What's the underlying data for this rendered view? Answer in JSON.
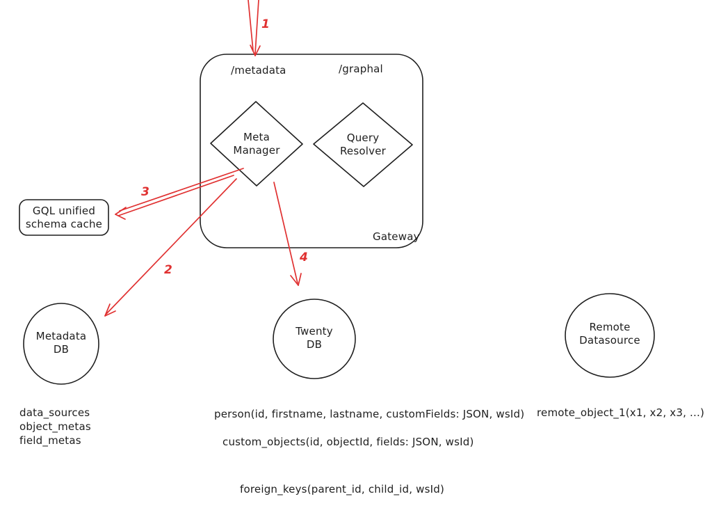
{
  "colors": {
    "stroke": "#1e1e1e",
    "arrow": "#e03131",
    "background": "#ffffff"
  },
  "gateway": {
    "label": "Gateway",
    "endpoint_metadata": "/metadata",
    "endpoint_graphql": "/graphal",
    "meta_manager_label": "Meta\nManager",
    "query_resolver_label": "Query\nResolver"
  },
  "cache_box": {
    "label": "GQL unified\nschema cache"
  },
  "databases": [
    {
      "id": "metadata-db",
      "label": "Metadata\nDB"
    },
    {
      "id": "twenty-db",
      "label": "Twenty\nDB"
    },
    {
      "id": "remote-datasource",
      "label": "Remote\nDatasource"
    }
  ],
  "flow_numbers": [
    "1",
    "2",
    "3",
    "4"
  ],
  "annotations": {
    "metadata_tables": "data_sources\nobject_metas\nfield_metas",
    "person_table": "person(id, firstname, lastname, customFields: JSON, wsId)",
    "custom_objects_table": "custom_objects(id, objectId, fields: JSON, wsId)",
    "remote_object": "remote_object_1(x1, x2, x3, ...)",
    "foreign_keys_table": "foreign_keys(parent_id, child_id, wsId)"
  }
}
